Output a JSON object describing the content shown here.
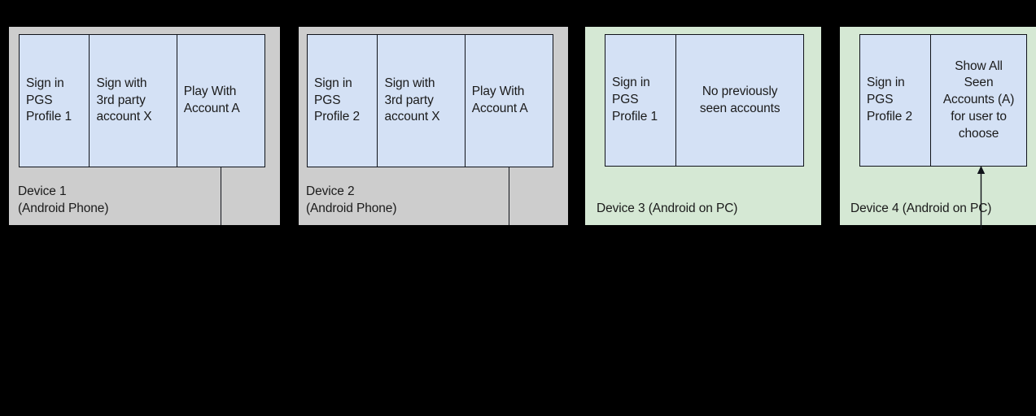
{
  "diagram": {
    "background_color": "#000000",
    "panels": [
      {
        "id": "device-1",
        "fill_color": "#cdcdcd",
        "caption": "Device 1\n(Android Phone)",
        "boxes": [
          {
            "text": "Sign in\nPGS\nProfile 1",
            "align": "left"
          },
          {
            "text": "Sign with\n3rd party\naccount X",
            "align": "left"
          },
          {
            "text": "Play With\nAccount A",
            "align": "left"
          }
        ]
      },
      {
        "id": "device-2",
        "fill_color": "#cdcdcd",
        "caption": "Device 2\n(Android Phone)",
        "boxes": [
          {
            "text": "Sign in\nPGS\nProfile 2",
            "align": "left"
          },
          {
            "text": "Sign with\n3rd party\naccount X",
            "align": "left"
          },
          {
            "text": "Play With\nAccount A",
            "align": "left"
          }
        ]
      },
      {
        "id": "device-3",
        "fill_color": "#d5e8d4",
        "caption": "Device 3 (Android on PC)",
        "boxes": [
          {
            "text": "Sign in\nPGS\nProfile 1",
            "align": "left"
          },
          {
            "text": "No previously\nseen accounts",
            "align": "center"
          }
        ]
      },
      {
        "id": "device-4",
        "fill_color": "#d5e8d4",
        "caption": "Device 4 (Android on PC)",
        "boxes": [
          {
            "text": "Sign in\nPGS\nProfile 2",
            "align": "left"
          },
          {
            "text": "Show All\nSeen\nAccounts (A)\nfor user to\nchoose",
            "align": "center"
          }
        ]
      }
    ],
    "box_fill_color": "#d4e1f5",
    "box_border_color": "#10131a",
    "text_color": "#1a1a1a"
  }
}
